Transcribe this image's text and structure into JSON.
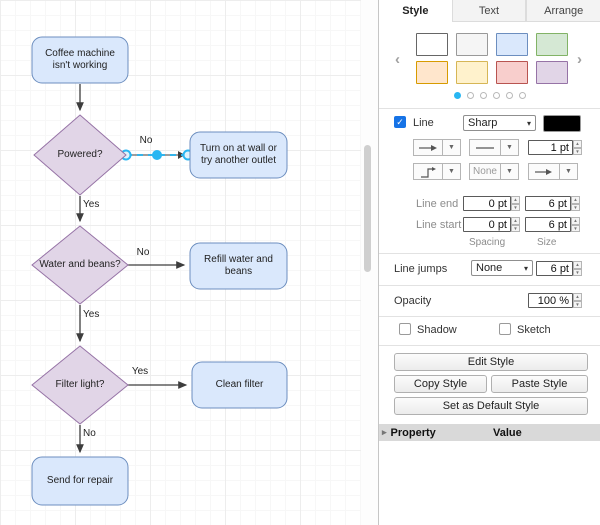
{
  "flowchart": {
    "nodes": [
      {
        "label": "Coffee machine isn't working"
      },
      {
        "label": "Powered?"
      },
      {
        "label": "Turn on at wall or try another outlet"
      },
      {
        "label": "Water and beans?"
      },
      {
        "label": "Refill water and beans"
      },
      {
        "label": "Filter light?"
      },
      {
        "label": "Clean filter"
      },
      {
        "label": "Send for repair"
      }
    ],
    "edges": [
      {
        "label": "No"
      },
      {
        "label": "Yes"
      },
      {
        "label": "No"
      },
      {
        "label": "Yes"
      },
      {
        "label": "Yes"
      },
      {
        "label": "No"
      }
    ],
    "colors": {
      "process_fill": "#dae8fc",
      "process_stroke": "#6c8ebf",
      "decision_fill": "#e1d5e7",
      "decision_stroke": "#9673a6",
      "edge": "#3d3d3d",
      "selection": "#29b6f2"
    }
  },
  "panel": {
    "tabs": [
      {
        "label": "Style"
      },
      {
        "label": "Text"
      },
      {
        "label": "Arrange"
      }
    ],
    "swatches": [
      {
        "name": "white",
        "fill": "#ffffff",
        "stroke": "#666666"
      },
      {
        "name": "gray",
        "fill": "#f5f5f5",
        "stroke": "#999999"
      },
      {
        "name": "blue",
        "fill": "#dae8fc",
        "stroke": "#6c8ebf"
      },
      {
        "name": "green",
        "fill": "#d5e8d4",
        "stroke": "#82b366"
      },
      {
        "name": "orange",
        "fill": "#ffe6cc",
        "stroke": "#d79b00"
      },
      {
        "name": "yellow",
        "fill": "#fff2cc",
        "stroke": "#d6b656"
      },
      {
        "name": "red",
        "fill": "#f8cecc",
        "stroke": "#b85450"
      },
      {
        "name": "purple",
        "fill": "#e1d5e7",
        "stroke": "#9673a6"
      }
    ],
    "icons": {
      "chevron_left": "‹",
      "chevron_right": "›",
      "caret_down": "▾",
      "dropdown": "▼",
      "stepper_up": "▲",
      "stepper_down": "▼",
      "check": "✓",
      "disclosure": "▸"
    },
    "line_section": {
      "label": "Line",
      "style_value": "Sharp",
      "width_value": "1 pt",
      "waypoints_value": "None"
    },
    "line_end": {
      "label": "Line end",
      "spacing": "0 pt",
      "size": "6 pt"
    },
    "line_start": {
      "label": "Line start",
      "spacing": "0 pt",
      "size": "6 pt"
    },
    "column_labels": {
      "spacing": "Spacing",
      "size": "Size"
    },
    "line_jumps": {
      "label": "Line jumps",
      "value": "None",
      "size": "6 pt"
    },
    "opacity": {
      "label": "Opacity",
      "value": "100 %"
    },
    "toggles": {
      "shadow": "Shadow",
      "sketch": "Sketch"
    },
    "buttons": {
      "edit": "Edit Style",
      "copy": "Copy Style",
      "paste": "Paste Style",
      "set_default": "Set as Default Style"
    },
    "property_table": {
      "property": "Property",
      "value": "Value"
    }
  }
}
